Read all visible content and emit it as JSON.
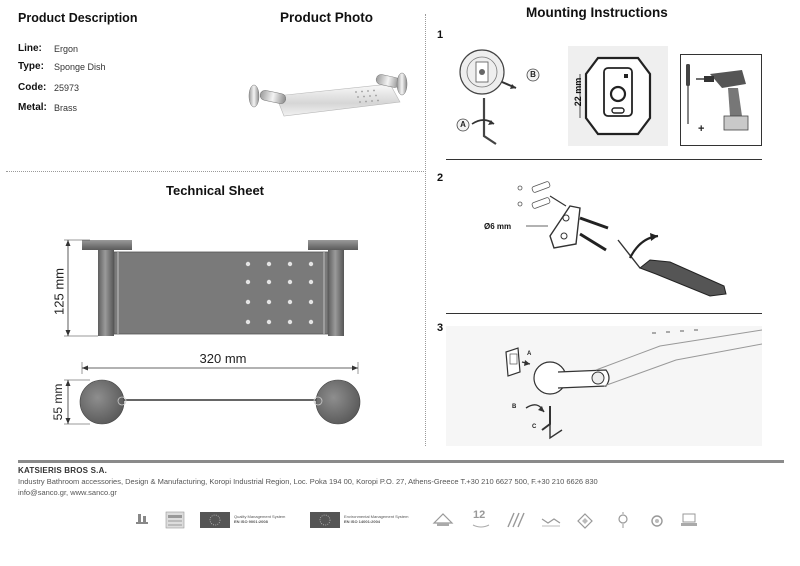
{
  "headings": {
    "product_description": "Product Description",
    "product_photo": "Product Photo",
    "mounting_instructions": "Mounting Instructions",
    "technical_sheet": "Technical Sheet"
  },
  "specs": [
    {
      "label": "Line:",
      "value": "Ergon"
    },
    {
      "label": "Type:",
      "value": "Sponge Dish"
    },
    {
      "label": "Code:",
      "value": "25973"
    },
    {
      "label": "Metal:",
      "value": "Brass"
    }
  ],
  "technical": {
    "height": "125 mm",
    "width": "320 mm",
    "depth": "55 mm"
  },
  "mounting": {
    "steps": [
      "1",
      "2",
      "3"
    ],
    "step1": {
      "label_a": "A",
      "label_b": "B",
      "dim": "22 mm"
    },
    "step2": {
      "drill": "Ø6 mm"
    },
    "step3": {
      "label_a": "A",
      "label_b": "B",
      "label_c": "C"
    }
  },
  "footer": {
    "company": "KATSIERIS BROS S.A.",
    "address": "Industry Bathroom accessories, Design & Manufacturing, Koropi Industrial Region, Loc. Poka 194 00, Koropi P.O. 27, Athens-Greece   T.+30 210 6627 500, F.+30 210 6626 830",
    "contact": "info@sanco.gr, www.sanco.gr",
    "cert_quality_1": "Quality Management System",
    "cert_quality_2": "EN ISO 9001:2008",
    "cert_env_1": "Environmental Management System",
    "cert_env_2": "EN ISO 14001:2004",
    "badge_years": "12"
  },
  "colors": {
    "rule": "#333333",
    "footer_bar": "#8a8a8a",
    "metal_dark": "#6f6f6f",
    "metal_mid": "#8c8c8c"
  }
}
